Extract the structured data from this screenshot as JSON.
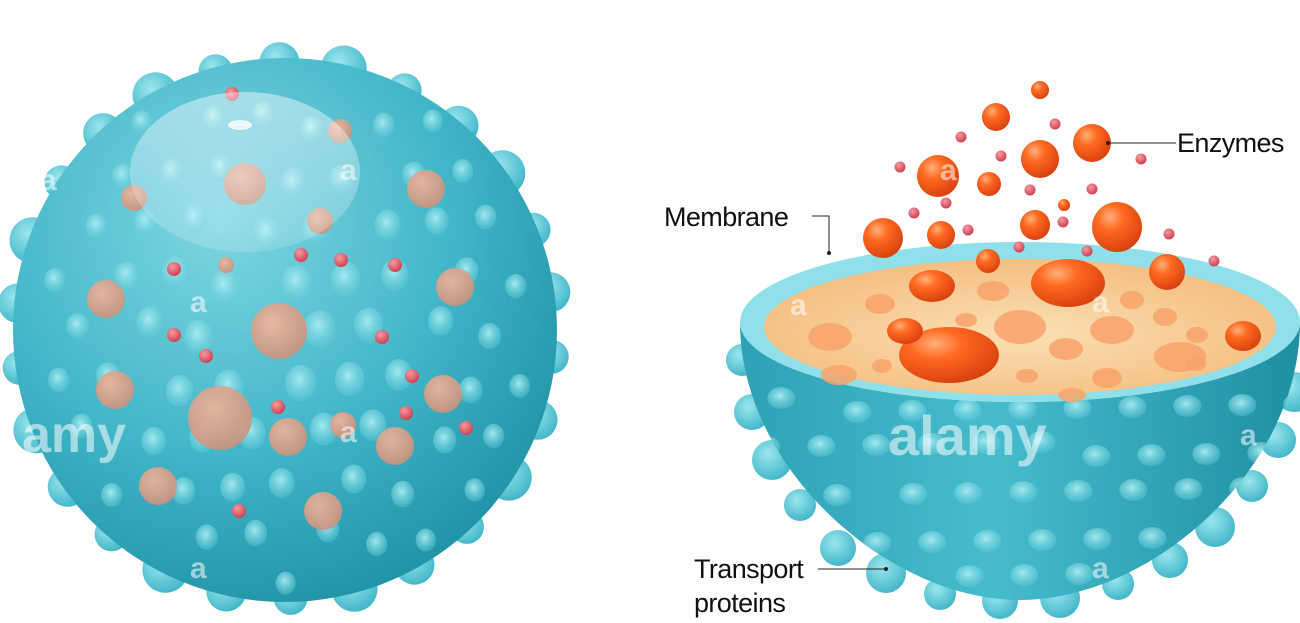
{
  "labels": {
    "enzymes": "Enzymes",
    "membrane": "Membrane",
    "transport_line1": "Transport",
    "transport_line2": "proteins"
  },
  "watermarks": {
    "brand": "alamy",
    "brand_partial": "amy",
    "mark": "a"
  },
  "colors": {
    "membrane_blue": "#3fb6c9",
    "membrane_dark": "#1e8fa3",
    "membrane_light": "#8ee0ea",
    "enzyme_orange": "#f25a1c",
    "cytoplasm_yellow": "#f7c98a",
    "small_dot_red": "#d9495a"
  }
}
